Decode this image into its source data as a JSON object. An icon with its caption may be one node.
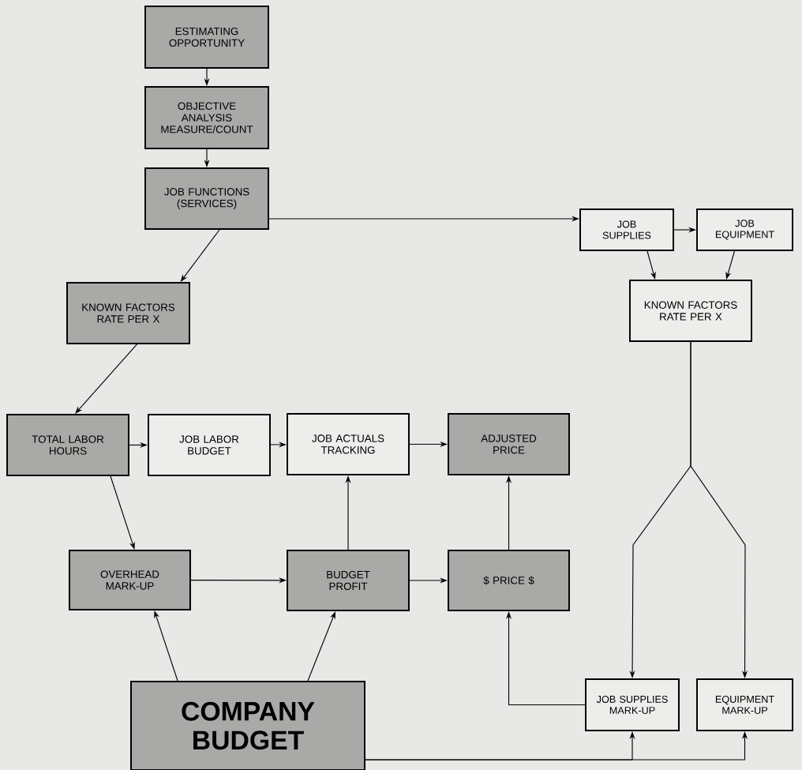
{
  "diagram": {
    "nodes": [
      {
        "text": [
          "ESTIMATING OPPORTUNITY"
        ]
      },
      {
        "text": [
          "OBJECTIVE ANALYSIS MEASURE/COUNT"
        ]
      },
      {
        "text": [
          "JOB FUNCTIONS (SERVICES)"
        ]
      },
      {
        "text": [
          "KNOWN FACTORS RATE PER X"
        ]
      },
      {
        "text": [
          "TOTAL LABOR HOURS"
        ]
      },
      {
        "text": [
          "JOB LABOR BUDGET"
        ]
      },
      {
        "text": [
          "JOB ACTUALS TRACKING"
        ]
      },
      {
        "text": [
          "ADJUSTED PRICE"
        ]
      },
      {
        "text": [
          "OVERHEAD MARK-UP"
        ]
      },
      {
        "text": [
          "BUDGET PROFIT"
        ]
      },
      {
        "text": [
          "$ PRICE $"
        ]
      },
      {
        "text": [
          "COMPANY BUDGET"
        ]
      },
      {
        "text": [
          "JOB SUPPLIES"
        ]
      },
      {
        "text": [
          "JOB EQUIPMENT"
        ]
      },
      {
        "text": [
          "KNOWN FACTORS RATE PER X"
        ]
      },
      {
        "text": [
          "JOB SUPPLIES MARK-UP"
        ]
      },
      {
        "text": [
          "EQUIPMENT MARK-UP"
        ]
      }
    ],
    "edges": [
      {
        "from": 0,
        "to": 1,
        "arrow": "to"
      },
      {
        "from": 1,
        "to": 2,
        "arrow": "to"
      },
      {
        "from": 2,
        "to": 3,
        "arrow": "to"
      },
      {
        "from": 2,
        "to": 12,
        "arrow": "to"
      },
      {
        "from": 12,
        "to": 13,
        "arrow": "to"
      },
      {
        "from": 12,
        "to": 14,
        "arrow": "to"
      },
      {
        "from": 13,
        "to": 14,
        "arrow": "to"
      },
      {
        "from": 3,
        "to": 4,
        "arrow": "to"
      },
      {
        "from": 4,
        "to": 5,
        "arrow": "to"
      },
      {
        "from": 5,
        "to": 6,
        "arrow": "to"
      },
      {
        "from": 6,
        "to": 7,
        "arrow": "to"
      },
      {
        "from": 4,
        "to": 8,
        "arrow": "to"
      },
      {
        "from": 8,
        "to": 9,
        "arrow": "to"
      },
      {
        "from": 9,
        "to": 6,
        "arrow": "to"
      },
      {
        "from": 9,
        "to": 10,
        "arrow": "to"
      },
      {
        "from": 10,
        "to": 7,
        "arrow": "to"
      },
      {
        "from": 11,
        "to": 8,
        "arrow": "to"
      },
      {
        "from": 11,
        "to": 9,
        "arrow": "to"
      },
      {
        "from": 11,
        "to": 15,
        "arrow": "to"
      },
      {
        "from": 11,
        "to": 16,
        "arrow": "to"
      },
      {
        "from": 14,
        "to": 15,
        "arrow": "to"
      },
      {
        "from": 14,
        "to": 16,
        "arrow": "to"
      },
      {
        "from": 15,
        "to": 10,
        "arrow": "to"
      }
    ]
  }
}
